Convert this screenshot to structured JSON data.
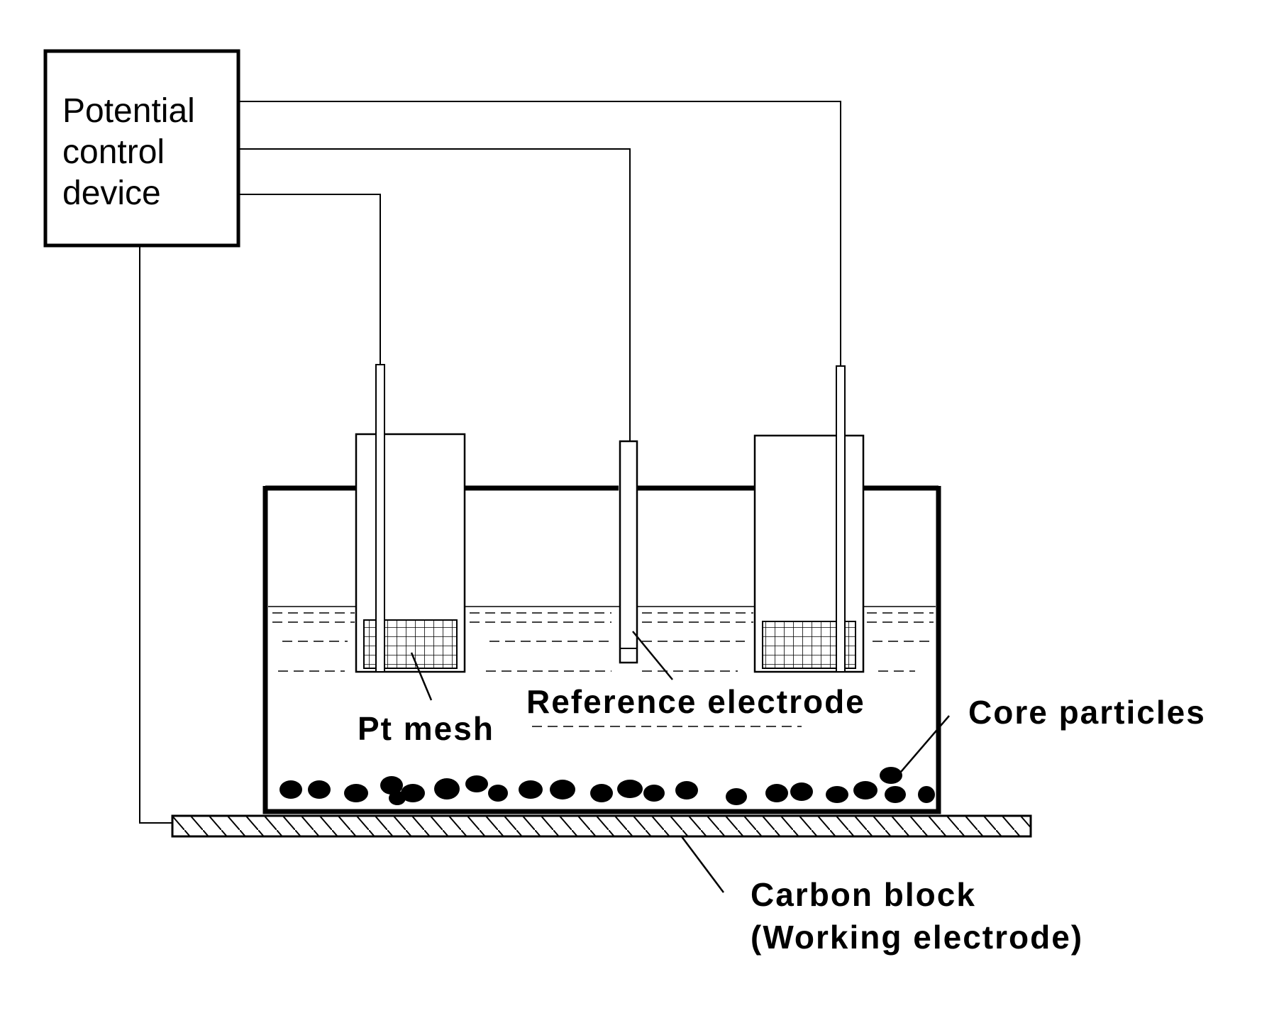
{
  "labels": {
    "device_line1": "Potential",
    "device_line2": "control",
    "device_line3": "device",
    "pt_mesh": "Pt mesh",
    "reference_electrode": "Reference electrode",
    "core_particles": "Core particles",
    "carbon_block_line1": "Carbon block",
    "carbon_block_line2": "(Working electrode)"
  },
  "colors": {
    "ink": "#000000",
    "paper": "#ffffff"
  }
}
